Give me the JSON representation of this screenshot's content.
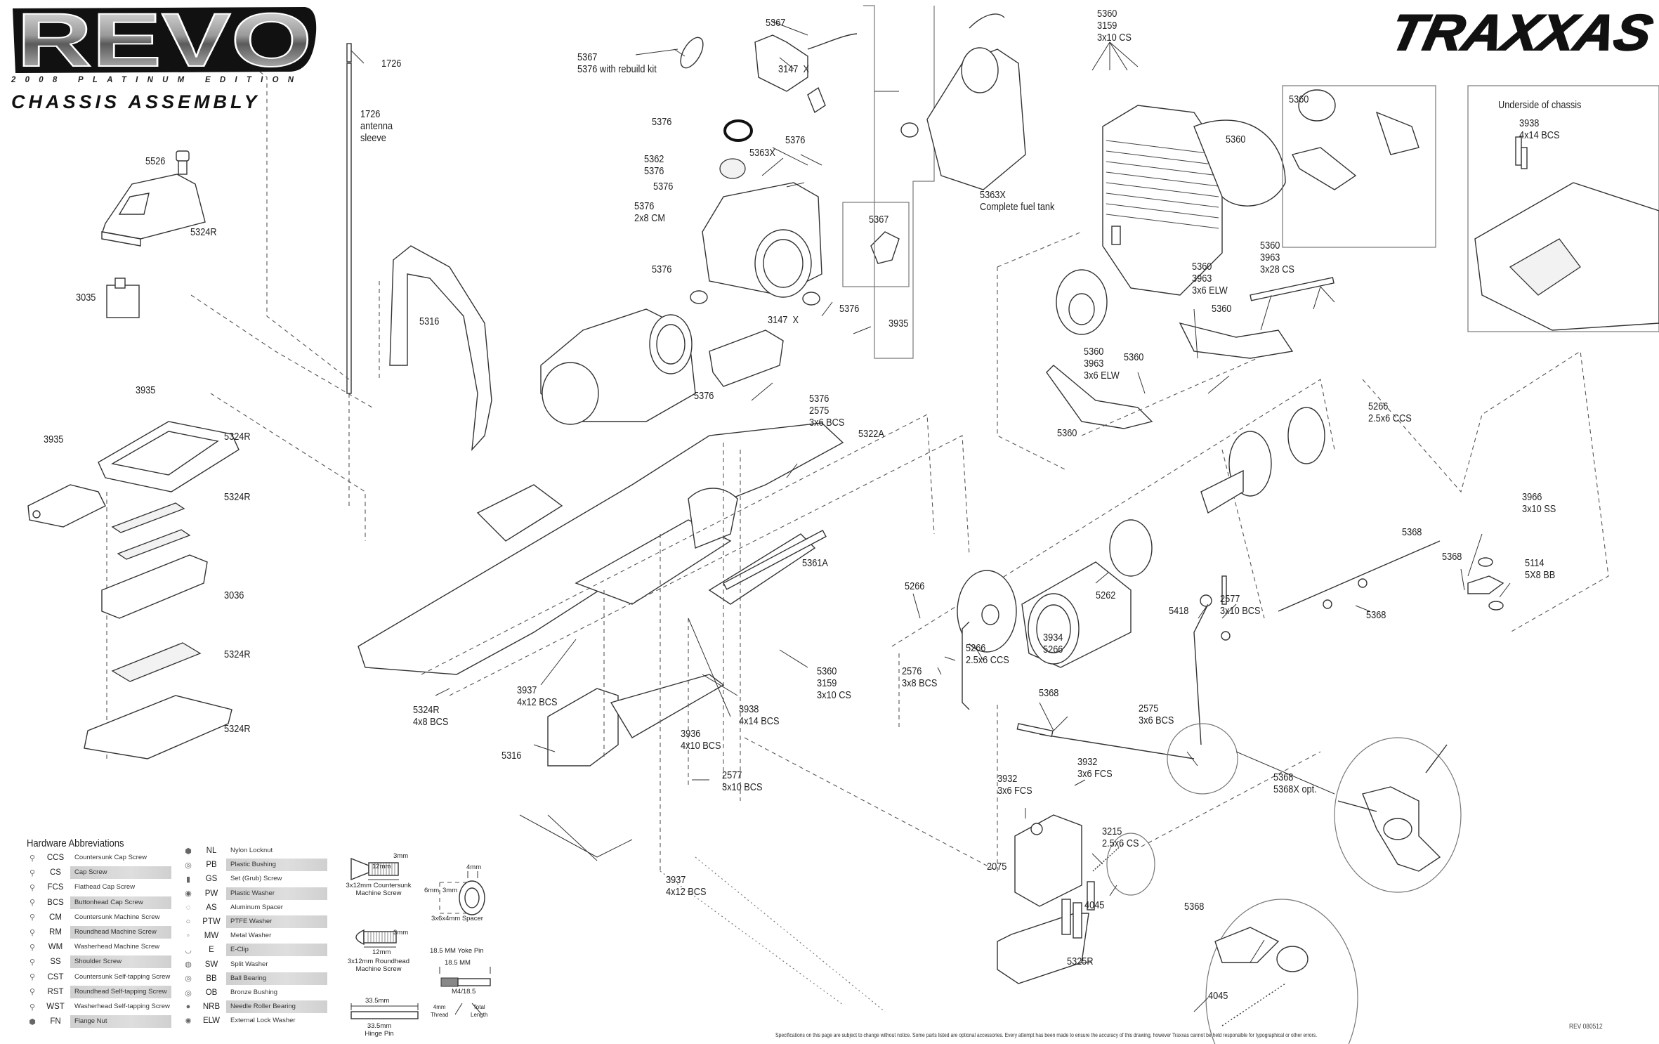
{
  "header": {
    "logo_text": "REVO",
    "edition": "2008 PLATINUM EDITION",
    "title": "CHASSIS ASSEMBLY",
    "brand": "TRAXXAS"
  },
  "callouts": [
    {
      "id": "c1726a",
      "text": "1726"
    },
    {
      "id": "c1726b",
      "text": "1726\nantenna\nsleeve"
    },
    {
      "id": "c5526",
      "text": "5526"
    },
    {
      "id": "c5324R-top",
      "text": "5324R"
    },
    {
      "id": "c3035",
      "text": "3035"
    },
    {
      "id": "c3935-a",
      "text": "3935"
    },
    {
      "id": "c3935-b",
      "text": "3935"
    },
    {
      "id": "c5324R-2",
      "text": "5324R"
    },
    {
      "id": "c5324R-3",
      "text": "5324R"
    },
    {
      "id": "c3036",
      "text": "3036"
    },
    {
      "id": "c5324R-4",
      "text": "5324R"
    },
    {
      "id": "c5324R-5",
      "text": "5324R"
    },
    {
      "id": "c5316-a",
      "text": "5316"
    },
    {
      "id": "c5367-a",
      "text": "5367\n5376 with rebuild kit"
    },
    {
      "id": "c5367-b",
      "text": "5367"
    },
    {
      "id": "c3147-a",
      "text": "3147  X"
    },
    {
      "id": "c5376-a",
      "text": "5376"
    },
    {
      "id": "c5376-b",
      "text": "5376"
    },
    {
      "id": "c5362",
      "text": "5362\n5376"
    },
    {
      "id": "c5363X-a",
      "text": "5363X"
    },
    {
      "id": "c5376-c",
      "text": "5376"
    },
    {
      "id": "c5376-d",
      "text": "5376\n2x8 CM"
    },
    {
      "id": "c5367-c",
      "text": "5367"
    },
    {
      "id": "c5376-e",
      "text": "5376"
    },
    {
      "id": "c3147-b",
      "text": "3147  X"
    },
    {
      "id": "c5376-f",
      "text": "5376"
    },
    {
      "id": "c3935-c",
      "text": "3935"
    },
    {
      "id": "c5376-g",
      "text": "5376"
    },
    {
      "id": "c5376-h",
      "text": "5376\n2575\n3x6 BCS"
    },
    {
      "id": "c5363X-b",
      "text": "5363X\nComplete fuel tank"
    },
    {
      "id": "c5360-top",
      "text": "5360\n3159\n3x10 CS"
    },
    {
      "id": "c5360-i1",
      "text": "5360"
    },
    {
      "id": "c5360-i2",
      "text": "5360"
    },
    {
      "id": "c-underside",
      "text": "Underside of chassis"
    },
    {
      "id": "c3938-top",
      "text": "3938\n4x14 BCS"
    },
    {
      "id": "c5360-elw1",
      "text": "5360\n3963\n3x6 ELW"
    },
    {
      "id": "c5360-cs28",
      "text": "5360\n3963\n3x28 CS"
    },
    {
      "id": "c5360-m",
      "text": "5360"
    },
    {
      "id": "c5360-elw2",
      "text": "5360\n3963\n3x6 ELW"
    },
    {
      "id": "c5360-n",
      "text": "5360"
    },
    {
      "id": "c5360-o",
      "text": "5360"
    },
    {
      "id": "c5322A",
      "text": "5322A"
    },
    {
      "id": "c5266-a",
      "text": "5266\n2.5x6 CCS"
    },
    {
      "id": "c3966",
      "text": "3966\n3x10 SS"
    },
    {
      "id": "c5368-a",
      "text": "5368"
    },
    {
      "id": "c5368-b",
      "text": "5368"
    },
    {
      "id": "c5114",
      "text": "5114\n5X8 BB"
    },
    {
      "id": "c5361A",
      "text": "5361A"
    },
    {
      "id": "c5266-b",
      "text": "5266"
    },
    {
      "id": "c5262",
      "text": "5262"
    },
    {
      "id": "c5418",
      "text": "5418"
    },
    {
      "id": "c2577-a",
      "text": "2577\n3x10 BCS"
    },
    {
      "id": "c5368-c",
      "text": "5368"
    },
    {
      "id": "c5266-c",
      "text": "5266\n2.5x6 CCS"
    },
    {
      "id": "c3934",
      "text": "3934\n5266"
    },
    {
      "id": "c2576",
      "text": "2576\n3x8 BCS"
    },
    {
      "id": "c5360-3159",
      "text": "5360\n3159\n3x10 CS"
    },
    {
      "id": "c5324R-6",
      "text": "5324R\n4x8 BCS"
    },
    {
      "id": "c3937-a",
      "text": "3937\n4x12 BCS"
    },
    {
      "id": "c3938-b",
      "text": "3938\n4x14 BCS"
    },
    {
      "id": "c3936",
      "text": "3936\n4x10 BCS"
    },
    {
      "id": "c5316-b",
      "text": "5316"
    },
    {
      "id": "c2577-b",
      "text": "2577\n3x10 BCS"
    },
    {
      "id": "c3937-b",
      "text": "3937\n4x12 BCS"
    },
    {
      "id": "c5368-d",
      "text": "5368"
    },
    {
      "id": "c2575",
      "text": "2575\n3x6 BCS"
    },
    {
      "id": "c3932-a",
      "text": "3932\n3x6 FCS"
    },
    {
      "id": "c3932-b",
      "text": "3932\n3x6 FCS"
    },
    {
      "id": "c3215",
      "text": "3215\n2.5x6 CS"
    },
    {
      "id": "c2075",
      "text": "2075"
    },
    {
      "id": "c4045-a",
      "text": "4045"
    },
    {
      "id": "c5325R",
      "text": "5325R"
    },
    {
      "id": "c5368-e",
      "text": "5368\n5368X opt."
    },
    {
      "id": "c5368-f",
      "text": "5368"
    },
    {
      "id": "c4045-b",
      "text": "4045"
    }
  ],
  "hardware_abbreviations": {
    "title": "Hardware Abbreviations",
    "left": [
      {
        "icon": "countersunk-cap-screw-icon",
        "abbr": "CCS",
        "desc": "Countersunk Cap Screw"
      },
      {
        "icon": "cap-screw-icon",
        "abbr": "CS",
        "desc": "Cap Screw"
      },
      {
        "icon": "flathead-cap-screw-icon",
        "abbr": "FCS",
        "desc": "Flathead Cap Screw"
      },
      {
        "icon": "buttonhead-cap-screw-icon",
        "abbr": "BCS",
        "desc": "Buttonhead Cap Screw"
      },
      {
        "icon": "countersunk-machine-screw-icon",
        "abbr": "CM",
        "desc": "Countersunk Machine Screw"
      },
      {
        "icon": "roundhead-machine-screw-icon",
        "abbr": "RM",
        "desc": "Roundhead Machine Screw"
      },
      {
        "icon": "washerhead-machine-screw-icon",
        "abbr": "WM",
        "desc": "Washerhead Machine Screw"
      },
      {
        "icon": "shoulder-screw-icon",
        "abbr": "SS",
        "desc": "Shoulder Screw"
      },
      {
        "icon": "countersunk-self-tapping-screw-icon",
        "abbr": "CST",
        "desc": "Countersunk Self-tapping Screw"
      },
      {
        "icon": "roundhead-self-tapping-screw-icon",
        "abbr": "RST",
        "desc": "Roundhead Self-tapping Screw"
      },
      {
        "icon": "washerhead-self-tapping-screw-icon",
        "abbr": "WST",
        "desc": "Washerhead Self-tapping Screw"
      },
      {
        "icon": "flange-nut-icon",
        "abbr": "FN",
        "desc": "Flange Nut"
      }
    ],
    "right": [
      {
        "icon": "nylon-locknut-icon",
        "abbr": "NL",
        "desc": "Nylon Locknut"
      },
      {
        "icon": "plastic-bushing-icon",
        "abbr": "PB",
        "desc": "Plastic Bushing"
      },
      {
        "icon": "set-screw-icon",
        "abbr": "GS",
        "desc": "Set (Grub) Screw"
      },
      {
        "icon": "plastic-washer-icon",
        "abbr": "PW",
        "desc": "Plastic Washer"
      },
      {
        "icon": "aluminum-spacer-icon",
        "abbr": "AS",
        "desc": "Aluminum Spacer"
      },
      {
        "icon": "ptfe-washer-icon",
        "abbr": "PTW",
        "desc": "PTFE Washer"
      },
      {
        "icon": "metal-washer-icon",
        "abbr": "MW",
        "desc": "Metal Washer"
      },
      {
        "icon": "e-clip-icon",
        "abbr": "E",
        "desc": "E-Clip"
      },
      {
        "icon": "split-washer-icon",
        "abbr": "SW",
        "desc": "Split Washer"
      },
      {
        "icon": "ball-bearing-icon",
        "abbr": "BB",
        "desc": "Ball Bearing"
      },
      {
        "icon": "bronze-bushing-icon",
        "abbr": "OB",
        "desc": "Bronze Bushing"
      },
      {
        "icon": "needle-roller-bearing-icon",
        "abbr": "NRB",
        "desc": "Needle Roller Bearing"
      },
      {
        "icon": "external-lock-washer-icon",
        "abbr": "ELW",
        "desc": "External Lock Washer"
      }
    ]
  },
  "hardware_samples": {
    "cm_screw": {
      "dim_dia": "3mm",
      "dim_len": "12mm",
      "label": "3x12mm Countersunk\nMachine Screw"
    },
    "rm_screw": {
      "dim_dia": "3mm",
      "dim_len": "12mm",
      "label": "3x12mm Roundhead\nMachine Screw"
    },
    "hinge_pin": {
      "dim_len": "33.5mm",
      "label": "33.5mm\nHinge Pin"
    },
    "spacer": {
      "dim_w": "4mm",
      "dim_od": "6mm",
      "dim_id": "3mm",
      "label": "3x6x4mm Spacer"
    },
    "yoke_pin": {
      "title": "18.5 MM Yoke Pin",
      "dim_len": "18.5 MM",
      "code": "M4/18.5",
      "thread_label": "4mm\nThread",
      "length_label": "Total\nLength"
    }
  },
  "footer": {
    "disclaimer": "Specifications on this page are subject to change without notice. Some parts listed are optional accessories. Every attempt has been made to ensure the accuracy of this drawing, however Traxxas cannot be held responsible for typographical or other errors.",
    "revision": "REV 080512"
  }
}
